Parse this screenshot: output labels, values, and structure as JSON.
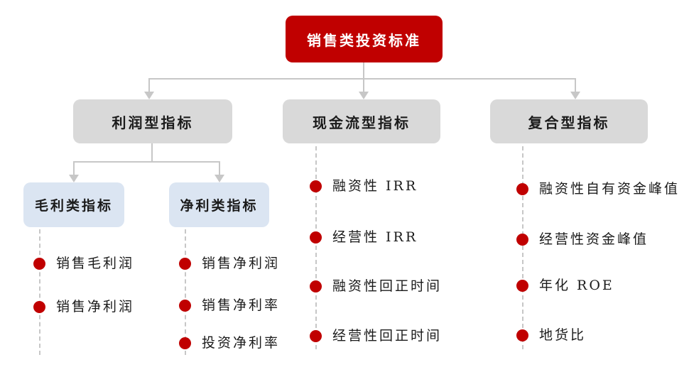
{
  "diagram": {
    "root": {
      "label": "销售类投资标准"
    },
    "branches": [
      {
        "label": "利润型指标"
      },
      {
        "label": "现金流型指标"
      },
      {
        "label": "复合型指标"
      }
    ],
    "subboxes": [
      {
        "label": "毛利类指标"
      },
      {
        "label": "净利类指标"
      }
    ],
    "columns": [
      {
        "items": [
          "销售毛利润",
          "销售净利润"
        ]
      },
      {
        "items": [
          "销售净利润",
          "销售净利率",
          "投资净利率"
        ]
      },
      {
        "items": [
          "融资性 IRR",
          "经营性 IRR",
          "融资性回正时间",
          "经营性回正时间"
        ]
      },
      {
        "items": [
          "融资性自有资金峰值",
          "经营性资金峰值",
          "年化 ROE",
          "地货比"
        ]
      }
    ],
    "colors": {
      "root_bg": "#C00000",
      "root_text": "#FFFFFF",
      "branch_bg": "#D9D9D9",
      "subbox_bg": "#DBE5F2",
      "bullet": "#C00000",
      "line": "#C7C7C7",
      "text": "#1B1B1B"
    }
  }
}
